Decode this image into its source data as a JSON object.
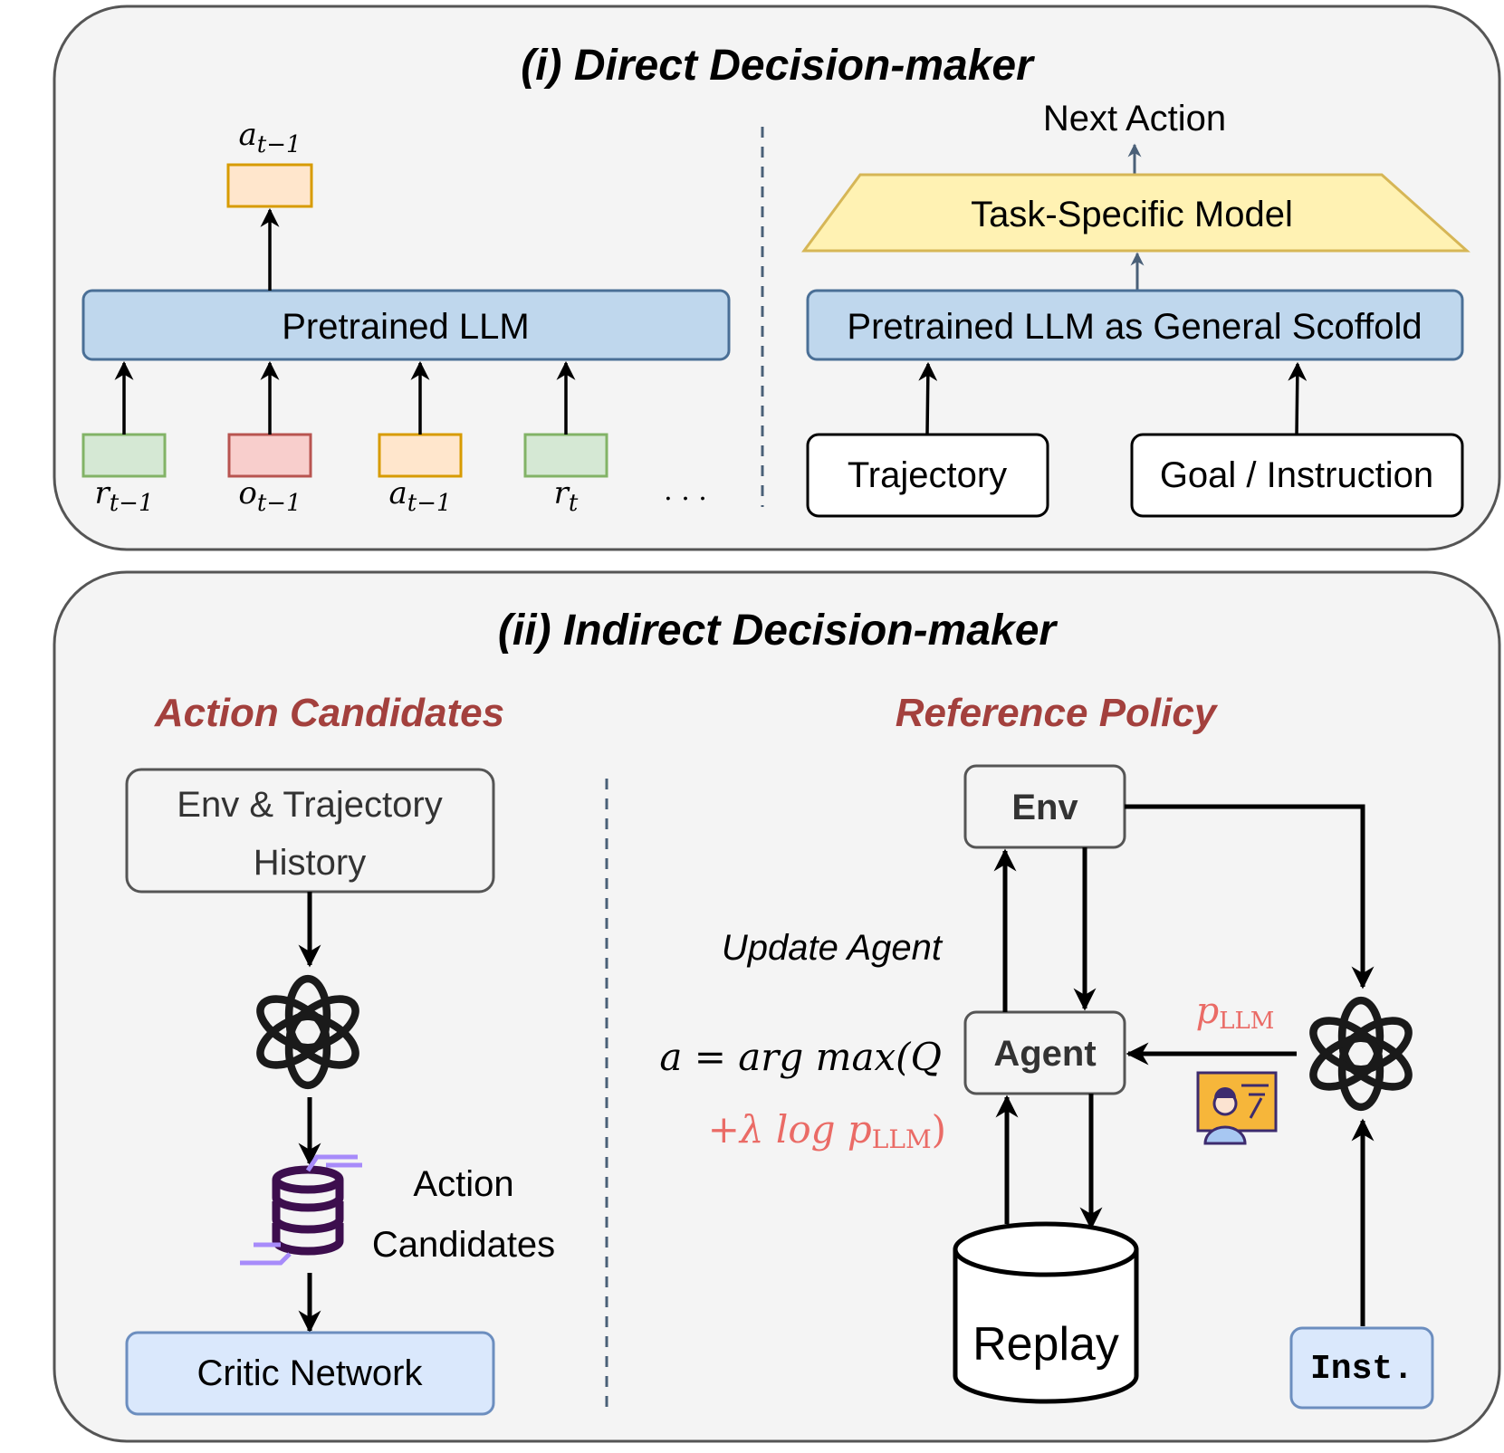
{
  "panel_top": {
    "title": "(i) Direct Decision-maker",
    "left": {
      "llm_label": "Pretrained LLM",
      "output_token": {
        "base": "a",
        "sub": "t−1"
      },
      "input_tokens": [
        {
          "base": "r",
          "sub": "t−1",
          "fill": "#d5e8d4",
          "stroke": "#82b366"
        },
        {
          "base": "o",
          "sub": "t−1",
          "fill": "#f8cecc",
          "stroke": "#b85450"
        },
        {
          "base": "a",
          "sub": "t−1",
          "fill": "#ffe6cc",
          "stroke": "#d79b00"
        },
        {
          "base": "r",
          "sub": "t",
          "fill": "#d5e8d4",
          "stroke": "#82b366"
        }
      ],
      "ellipsis": ". . ."
    },
    "right": {
      "next_action": "Next Action",
      "task_model": "Task-Specific Model",
      "scaffold": "Pretrained LLM as General Scoffold",
      "trajectory": "Trajectory",
      "goal": "Goal / Instruction"
    }
  },
  "panel_bottom": {
    "title": "(ii) Indirect Decision-maker",
    "left": {
      "heading": "Action Candidates",
      "env_history_line1": "Env & Trajectory",
      "env_history_line2": "History",
      "candidates_line1": "Action",
      "candidates_line2": "Candidates",
      "critic": "Critic Network"
    },
    "right": {
      "heading": "Reference Policy",
      "env": "Env",
      "agent": "Agent",
      "update_agent": "Update Agent",
      "formula_line1": "a = arg max(Q",
      "formula_line2_prefix": "+λ log ",
      "formula_p": "p",
      "formula_p_sub": "LLM",
      "formula_line2_suffix": ")",
      "p_llm_label": "p",
      "p_llm_sub": "LLM",
      "replay": "Replay",
      "inst": "Inst."
    }
  },
  "colors": {
    "panel_bg": "#f4f4f4",
    "panel_border": "#555555",
    "llm_blue": "#bfd7ed",
    "llm_blue_border": "#4a6f96",
    "task_yellow": "#fff2b3",
    "task_yellow_border": "#d6b656",
    "critic_blue": "#dae8fc",
    "critic_border": "#6c8ebf",
    "heading_red": "#a3403d",
    "formula_red": "#ea6b66",
    "dashed_line": "#4a6078"
  },
  "icons": [
    "openai-logo-icon",
    "database-icon",
    "teacher-icon"
  ]
}
